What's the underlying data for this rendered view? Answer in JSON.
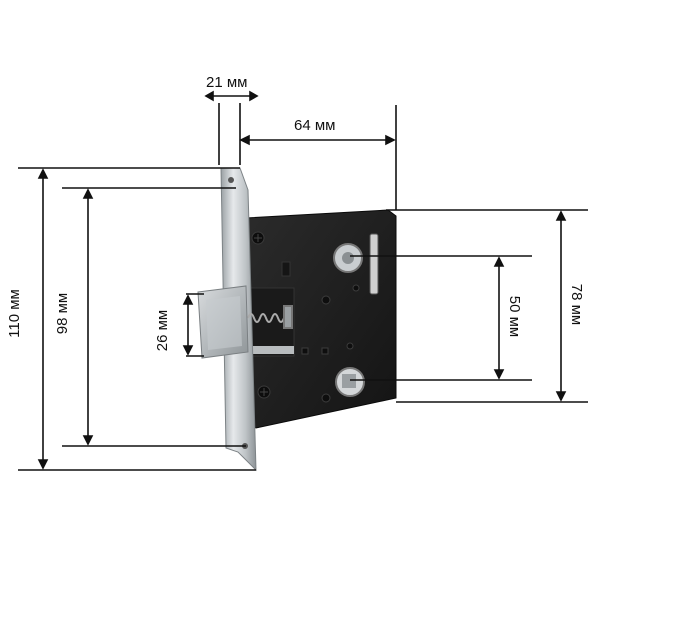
{
  "dimensions": {
    "backset_width": "21 мм",
    "case_depth": "64 мм",
    "faceplate_height": "110 мм",
    "screw_spacing": "98 мм",
    "latch_height": "26 мм",
    "handle_to_key": "50 мм",
    "case_height": "78 мм"
  },
  "colors": {
    "case": "#1f1f1f",
    "faceplate": "#cfd3d6",
    "latch": "#bfc3c6",
    "line": "#111111"
  }
}
